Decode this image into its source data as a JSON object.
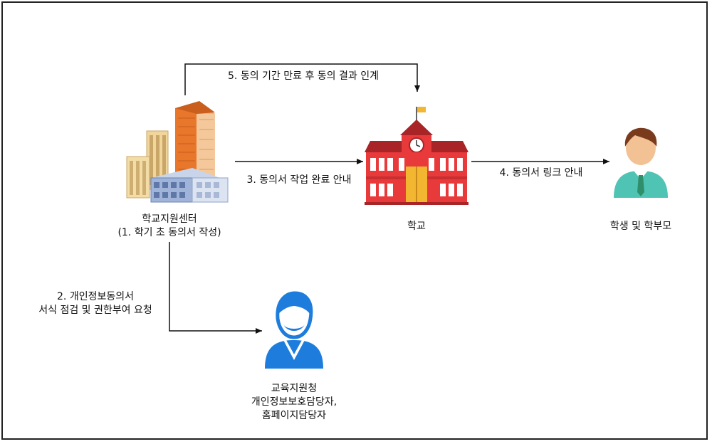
{
  "nodes": {
    "center": {
      "label": "학교지원센터",
      "sublabel": "(1. 학기 초 동의서 작성)",
      "icon": "office-buildings-icon"
    },
    "school": {
      "label": "학교",
      "icon": "school-building-icon"
    },
    "parents": {
      "label": "학생 및 학부모",
      "icon": "person-icon"
    },
    "office": {
      "label_line1": "교육지원청",
      "label_line2": "개인정보보호담당자,",
      "label_line3": "홈페이지담당자",
      "icon": "staff-person-icon"
    }
  },
  "edges": {
    "step2_line1": "2. 개인정보동의서",
    "step2_line2": "서식 점검 및 권한부여 요청",
    "step3": "3. 동의서 작업 완료 안내",
    "step4": "4. 동의서 링크 안내",
    "step5": "5. 동의 기간 만료 후 동의 결과 인계"
  },
  "colors": {
    "school_red": "#e8393b",
    "roof_dark": "#a82426",
    "person_teal": "#4fc3b4",
    "staff_blue": "#1e7ddc",
    "building_orange": "#e8762b",
    "building_cream": "#f1d59a",
    "building_blue": "#9fb4d8"
  }
}
